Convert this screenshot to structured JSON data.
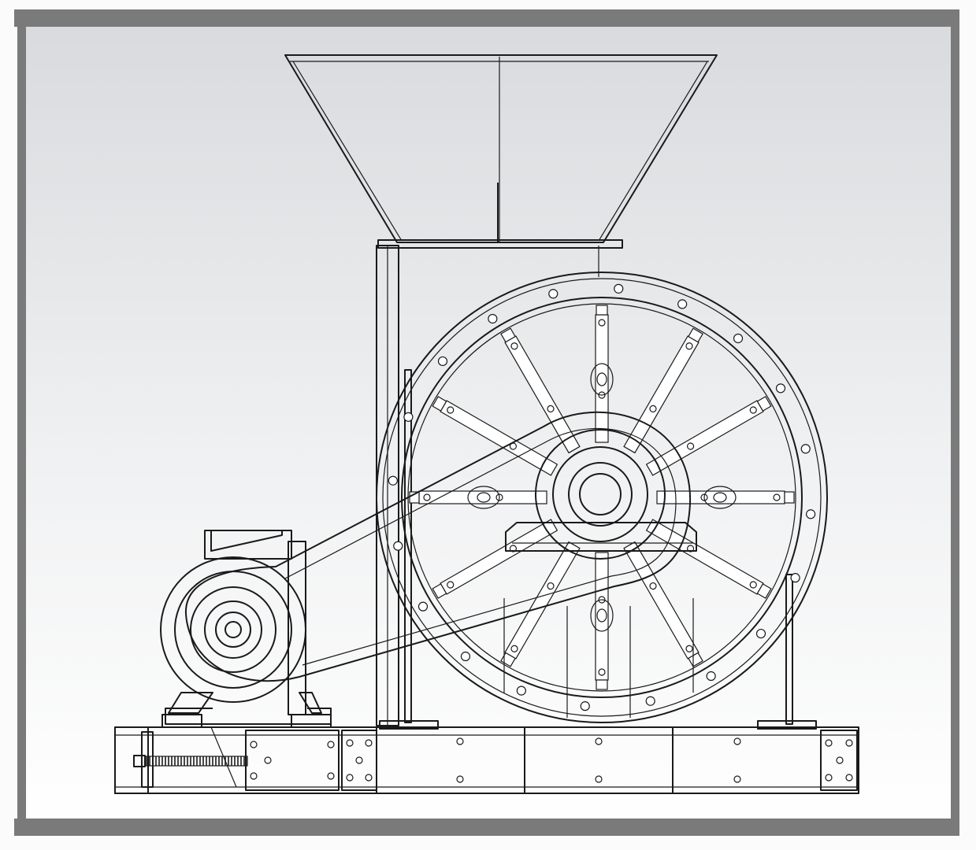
{
  "drawing": {
    "subject": "hammer-mill-assembly-side-view",
    "view": "wireframe",
    "colors": {
      "background_top": "#d8dadd",
      "background_bottom": "#ffffff",
      "frame_border": "#7a7a7a",
      "line": "#1a1a1a"
    },
    "hammer_arm_count": 12,
    "rim_bolt_count": 20,
    "components": [
      {
        "id": "hopper",
        "label": ""
      },
      {
        "id": "frame-stand",
        "label": ""
      },
      {
        "id": "rotor-housing",
        "label": ""
      },
      {
        "id": "hammer-rotor",
        "label": ""
      },
      {
        "id": "belt-guard",
        "label": ""
      },
      {
        "id": "motor",
        "label": ""
      },
      {
        "id": "base-frame",
        "label": ""
      },
      {
        "id": "tension-screw",
        "label": ""
      }
    ]
  }
}
